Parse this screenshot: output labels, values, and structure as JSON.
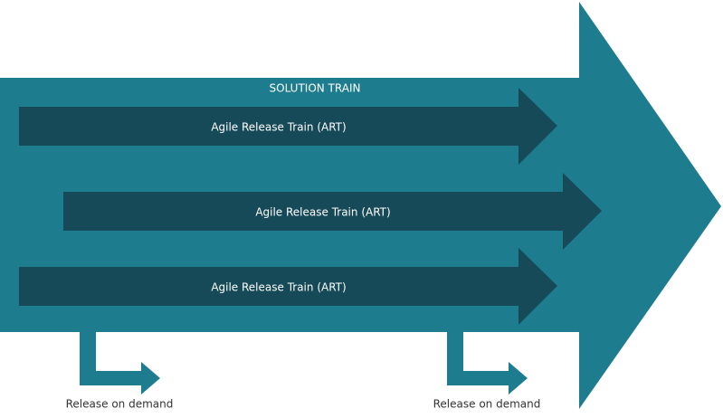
{
  "diagram": {
    "title": "SOLUTION TRAIN",
    "arts": [
      {
        "label": "Agile Release Train (ART)"
      },
      {
        "label": "Agile Release Train (ART)"
      },
      {
        "label": "Agile Release Train (ART)"
      }
    ],
    "releases": [
      {
        "label": "Release on demand"
      },
      {
        "label": "Release on demand"
      }
    ]
  },
  "colors": {
    "solution_train": "#1e7c8f",
    "art": "#164a58",
    "release_arrow": "#1e7c8f",
    "background": "#ffffff"
  }
}
